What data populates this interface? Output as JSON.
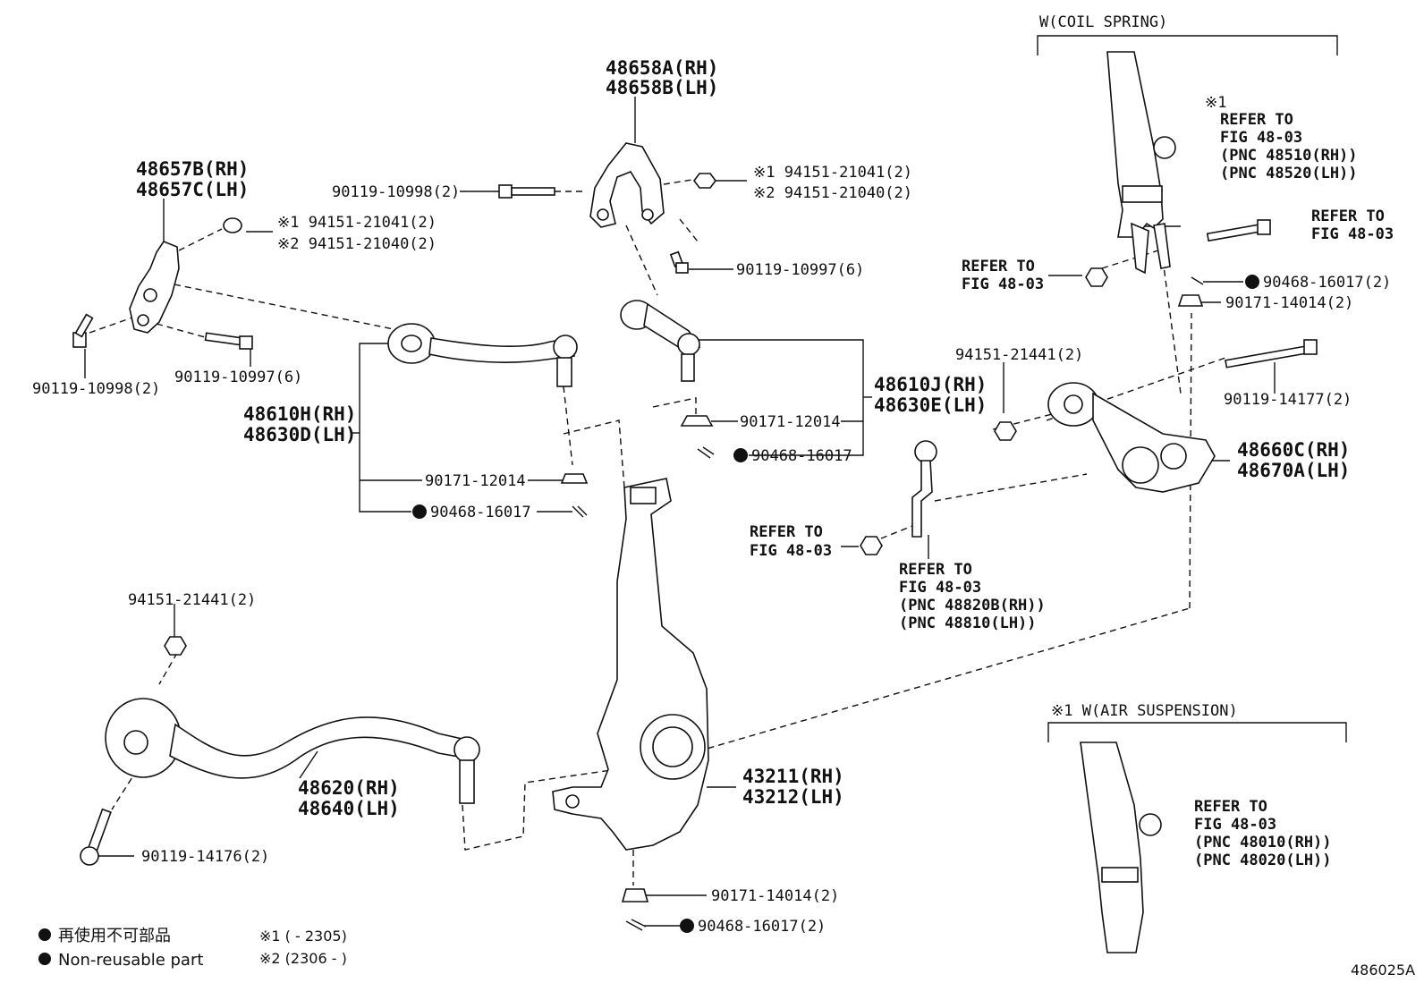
{
  "diagram": {
    "headers": {
      "coil_spring": "W(COIL SPRING)",
      "air_suspension": "※1 W(AIR SUSPENSION)"
    },
    "labels": {
      "p48658_rh": "48658A(RH)",
      "p48658_lh": "48658B(LH)",
      "p48657_rh": "48657B(RH)",
      "p48657_lh": "48657C(LH)",
      "bolt_10998_top": "90119-10998(2)",
      "nut_note1_top": "※1 94151-21041(2)",
      "nut_note2_top": "※2 94151-21040(2)",
      "nut_note1_left": "※1 94151-21041(2)",
      "nut_note2_left": "※2 94151-21040(2)",
      "bolt_10997_top": "90119-10997(6)",
      "bolt_10998_left": "90119-10998(2)",
      "bolt_10997_left": "90119-10997(6)",
      "arm_48610h": "48610H(RH)",
      "arm_48630d": "48630D(LH)",
      "nut_12014_left": "90171-12014",
      "pin_16017_left": "90468-16017",
      "arm_48610j": "48610J(RH)",
      "arm_48630e": "48630E(LH)",
      "nut_12014_mid": "90171-12014",
      "pin_16017_mid": "90468-16017",
      "ref_note1_a": "※1",
      "ref_fig_a1": "REFER TO",
      "ref_fig_a2": "FIG 48-03",
      "ref_fig_a3": "(PNC 48510(RH))",
      "ref_fig_a4": "(PNC 48520(LH))",
      "ref_fig_b1": "REFER TO",
      "ref_fig_b2": "FIG 48-03",
      "ref_fig_c1": "REFER TO",
      "ref_fig_c2": "FIG 48-03",
      "pin_16017_right": "90468-16017(2)",
      "nut_14014_right": "90171-14014(2)",
      "nut_21441_right": "94151-21441(2)",
      "bolt_14177": "90119-14177(2)",
      "arm_48660c": "48660C(RH)",
      "arm_48670a": "48670A(LH)",
      "ref_fig_d1": "REFER TO",
      "ref_fig_d2": "FIG 48-03",
      "ref_fig_e1": "REFER TO",
      "ref_fig_e2": "FIG 48-03",
      "ref_fig_e3": "(PNC 48820B(RH))",
      "ref_fig_e4": "(PNC 48810(LH))",
      "nut_21441_left": "94151-21441(2)",
      "arm_48620": "48620(RH)",
      "arm_48640": "48640(LH)",
      "bolt_14176": "90119-14176(2)",
      "knuckle_43211": "43211(RH)",
      "knuckle_43212": "43212(LH)",
      "nut_14014_bottom": "90171-14014(2)",
      "pin_16017_bottom": "90468-16017(2)",
      "ref_fig_f1": "REFER TO",
      "ref_fig_f2": "FIG 48-03",
      "ref_fig_f3": "(PNC 48010(RH))",
      "ref_fig_f4": "(PNC 48020(LH))"
    },
    "legend": {
      "non_reusable_jp": "再使用不可部品",
      "non_reusable_en": "Non-reusable part",
      "note1": "※1 (      - 2305)",
      "note2": "※2 (2306 -      )"
    },
    "figure_id": "486025A"
  }
}
